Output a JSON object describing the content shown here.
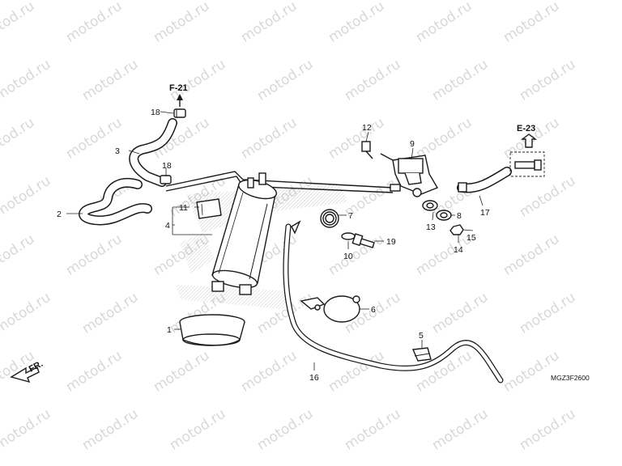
{
  "watermark": {
    "text": "motod.ru"
  },
  "refs": {
    "f21": "F-21",
    "e23": "E-23",
    "fr": "FR."
  },
  "diagram_code": "MGZ3F2600",
  "parts": {
    "p1": "1",
    "p2": "2",
    "p3": "3",
    "p4": "4",
    "p5": "5",
    "p6": "6",
    "p7": "7",
    "p8": "8",
    "p9": "9",
    "p10": "10",
    "p11": "11",
    "p12": "12",
    "p13": "13",
    "p14": "14",
    "p15": "15",
    "p16": "16",
    "p17": "17",
    "p18a": "18",
    "p18b": "18",
    "p19": "19"
  }
}
